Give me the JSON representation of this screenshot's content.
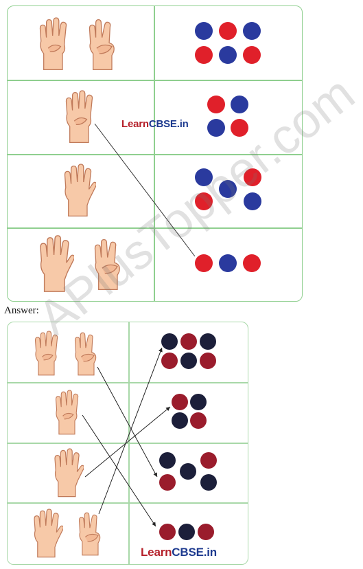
{
  "answer_label": "Answer:",
  "watermark_top": {
    "learn": "Learn",
    "cbse": "CBSE",
    "dot_in": ".in"
  },
  "watermark_bottom": {
    "learn": "Learn",
    "cbse": "CBSE",
    "dot_in": ".in"
  },
  "diagonal_watermark": "APlusTopper.com",
  "colors": {
    "grid": "#8fcf8f",
    "red_dot": "#e0202a",
    "blue_dot": "#2a3a9e",
    "dark_red_dot": "#9a1c2c",
    "dark_blue_dot": "#1c1f3a",
    "skin": "#f7c9a8"
  },
  "question": {
    "rows": [
      {
        "hands": [
          "four-fingers-hand-icon",
          "three-fingers-hand-icon"
        ],
        "dots": 6
      },
      {
        "hands": [
          "four-fingers-hand-icon"
        ],
        "dots": 4
      },
      {
        "hands": [
          "five-fingers-hand-icon"
        ],
        "dots": 5
      },
      {
        "hands": [
          "five-fingers-hand-icon",
          "three-fingers-hand-icon"
        ],
        "dots": 3
      }
    ]
  },
  "answer": {
    "rows": [
      {
        "hands": [
          "four-fingers-hand-icon",
          "three-fingers-hand-icon"
        ],
        "dots": 6
      },
      {
        "hands": [
          "four-fingers-hand-icon"
        ],
        "dots": 4
      },
      {
        "hands": [
          "five-fingers-hand-icon"
        ],
        "dots": 5
      },
      {
        "hands": [
          "five-fingers-hand-icon",
          "three-fingers-hand-icon"
        ],
        "dots": 3
      }
    ]
  }
}
